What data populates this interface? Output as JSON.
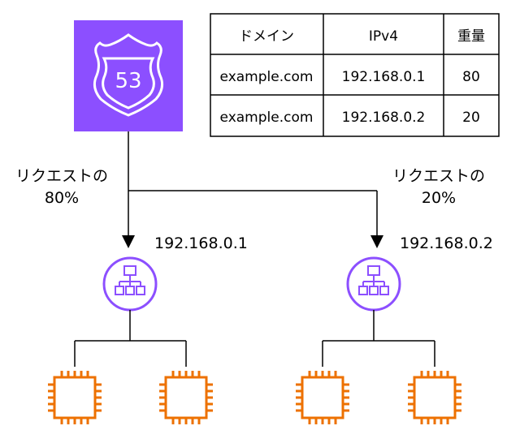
{
  "colors": {
    "route53": "#8c4fff",
    "load_balancer": "#8c4fff",
    "ec2": "#ed7100",
    "line": "#000000"
  },
  "icons": {
    "route53": "route53-shield-icon",
    "load_balancer": "load-balancer-icon",
    "ec2": "ec2-chip-icon"
  },
  "route53": {
    "badge": "53"
  },
  "table": {
    "headers": [
      "ドメイン",
      "IPv4",
      "重量"
    ],
    "rows": [
      [
        "example.com",
        "192.168.0.1",
        "80"
      ],
      [
        "example.com",
        "192.168.0.2",
        "20"
      ]
    ]
  },
  "left_branch": {
    "label_line1": "リクエストの",
    "label_line2": "80%",
    "ip": "192.168.0.1"
  },
  "right_branch": {
    "label_line1": "リクエストの",
    "label_line2": "20%",
    "ip": "192.168.0.2"
  }
}
